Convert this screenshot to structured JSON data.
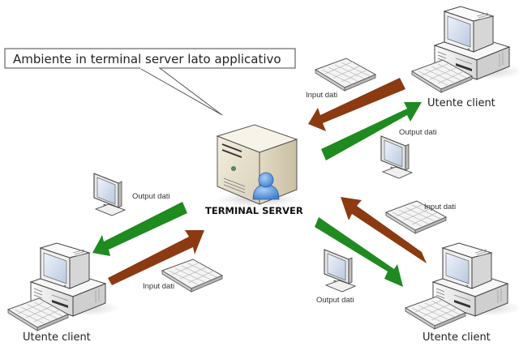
{
  "callout": {
    "text": "Ambiente in terminal server lato applicativo"
  },
  "server": {
    "label": "TERMINAL SERVER",
    "icon": "server-tower-icon",
    "user_icon": "user-icon"
  },
  "colors": {
    "input_arrow": "#8b3a12",
    "output_arrow": "#1f8a1f",
    "server_body": "#e8e0cc",
    "user_badge": "#4f8fd8"
  },
  "clients": [
    {
      "position": "top-right",
      "label": "Utente client",
      "input_label": "Input dati",
      "output_label": "Output dati"
    },
    {
      "position": "bottom-left",
      "label": "Utente client",
      "input_label": "Input dati",
      "output_label": "Output dati"
    },
    {
      "position": "bottom-right",
      "label": "Utente client",
      "input_label": "Input dati",
      "output_label": "Output dati"
    }
  ]
}
